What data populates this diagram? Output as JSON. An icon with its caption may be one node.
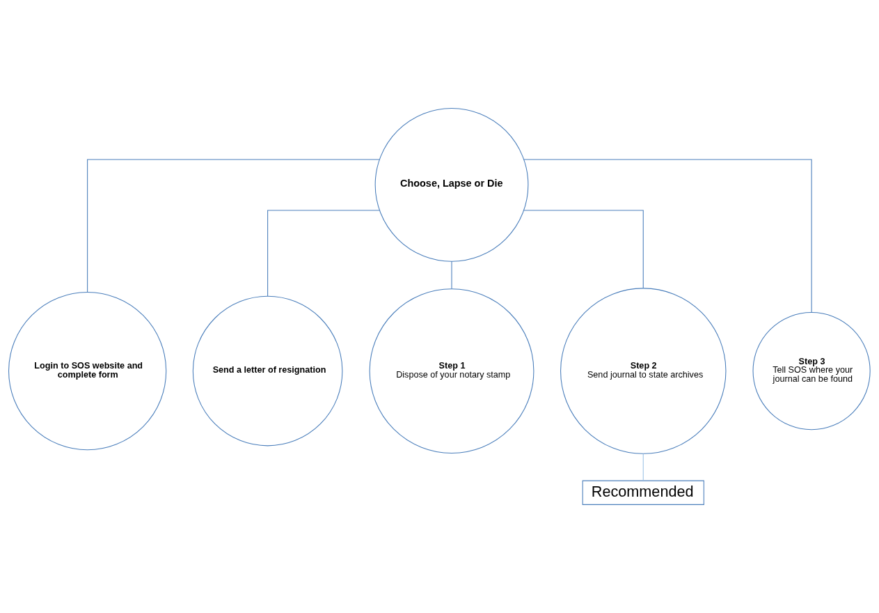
{
  "diagram": {
    "nodes": [
      {
        "text": [
          "Choose, Lapse or Die"
        ]
      },
      {
        "text": [
          "Login to SOS website and complete form"
        ]
      },
      {
        "text": [
          "Send a letter of resignation"
        ]
      },
      {
        "text": [
          "Step 1",
          "Dispose of your notary stamp"
        ]
      },
      {
        "text": [
          "Step 2",
          "Send journal to state archives"
        ]
      },
      {
        "text": [
          "Step 3",
          "Tell SOS where your journal can be found"
        ]
      },
      {
        "text": [
          "Recommended"
        ]
      }
    ],
    "edges": [
      {
        "from": 0,
        "to": 1,
        "arrow": "none"
      },
      {
        "from": 0,
        "to": 2,
        "arrow": "none"
      },
      {
        "from": 0,
        "to": 3,
        "arrow": "none"
      },
      {
        "from": 0,
        "to": 4,
        "arrow": "none"
      },
      {
        "from": 0,
        "to": 5,
        "arrow": "none"
      },
      {
        "from": 4,
        "to": 6,
        "arrow": "none",
        "color": "#9dc3e6"
      }
    ]
  }
}
